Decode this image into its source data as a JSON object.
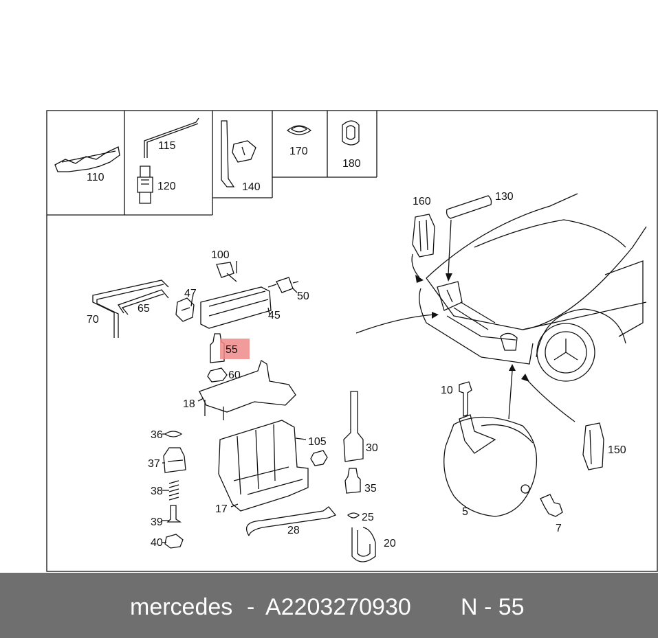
{
  "diagram": {
    "part_labels": {
      "p110": "110",
      "p115": "115",
      "p120": "120",
      "p140": "140",
      "p170": "170",
      "p180": "180",
      "p160": "160",
      "p130": "130",
      "p100": "100",
      "p47": "47",
      "p50": "50",
      "p70": "70",
      "p65": "65",
      "p45": "45",
      "p55": "55",
      "p60": "60",
      "p18": "18",
      "p36": "36",
      "p37": "37",
      "p38": "38",
      "p39": "39",
      "p40": "40",
      "p105": "105",
      "p30": "30",
      "p35": "35",
      "p25": "25",
      "p17": "17",
      "p28": "28",
      "p20": "20",
      "p10": "10",
      "p5": "5",
      "p7": "7",
      "p150": "150"
    },
    "highlighted_part": "55",
    "highlight_color": "#f08a8a"
  },
  "footer": {
    "brand": "mercedes",
    "separator": "-",
    "part_number": "A2203270930",
    "position_text": "N - 55"
  }
}
